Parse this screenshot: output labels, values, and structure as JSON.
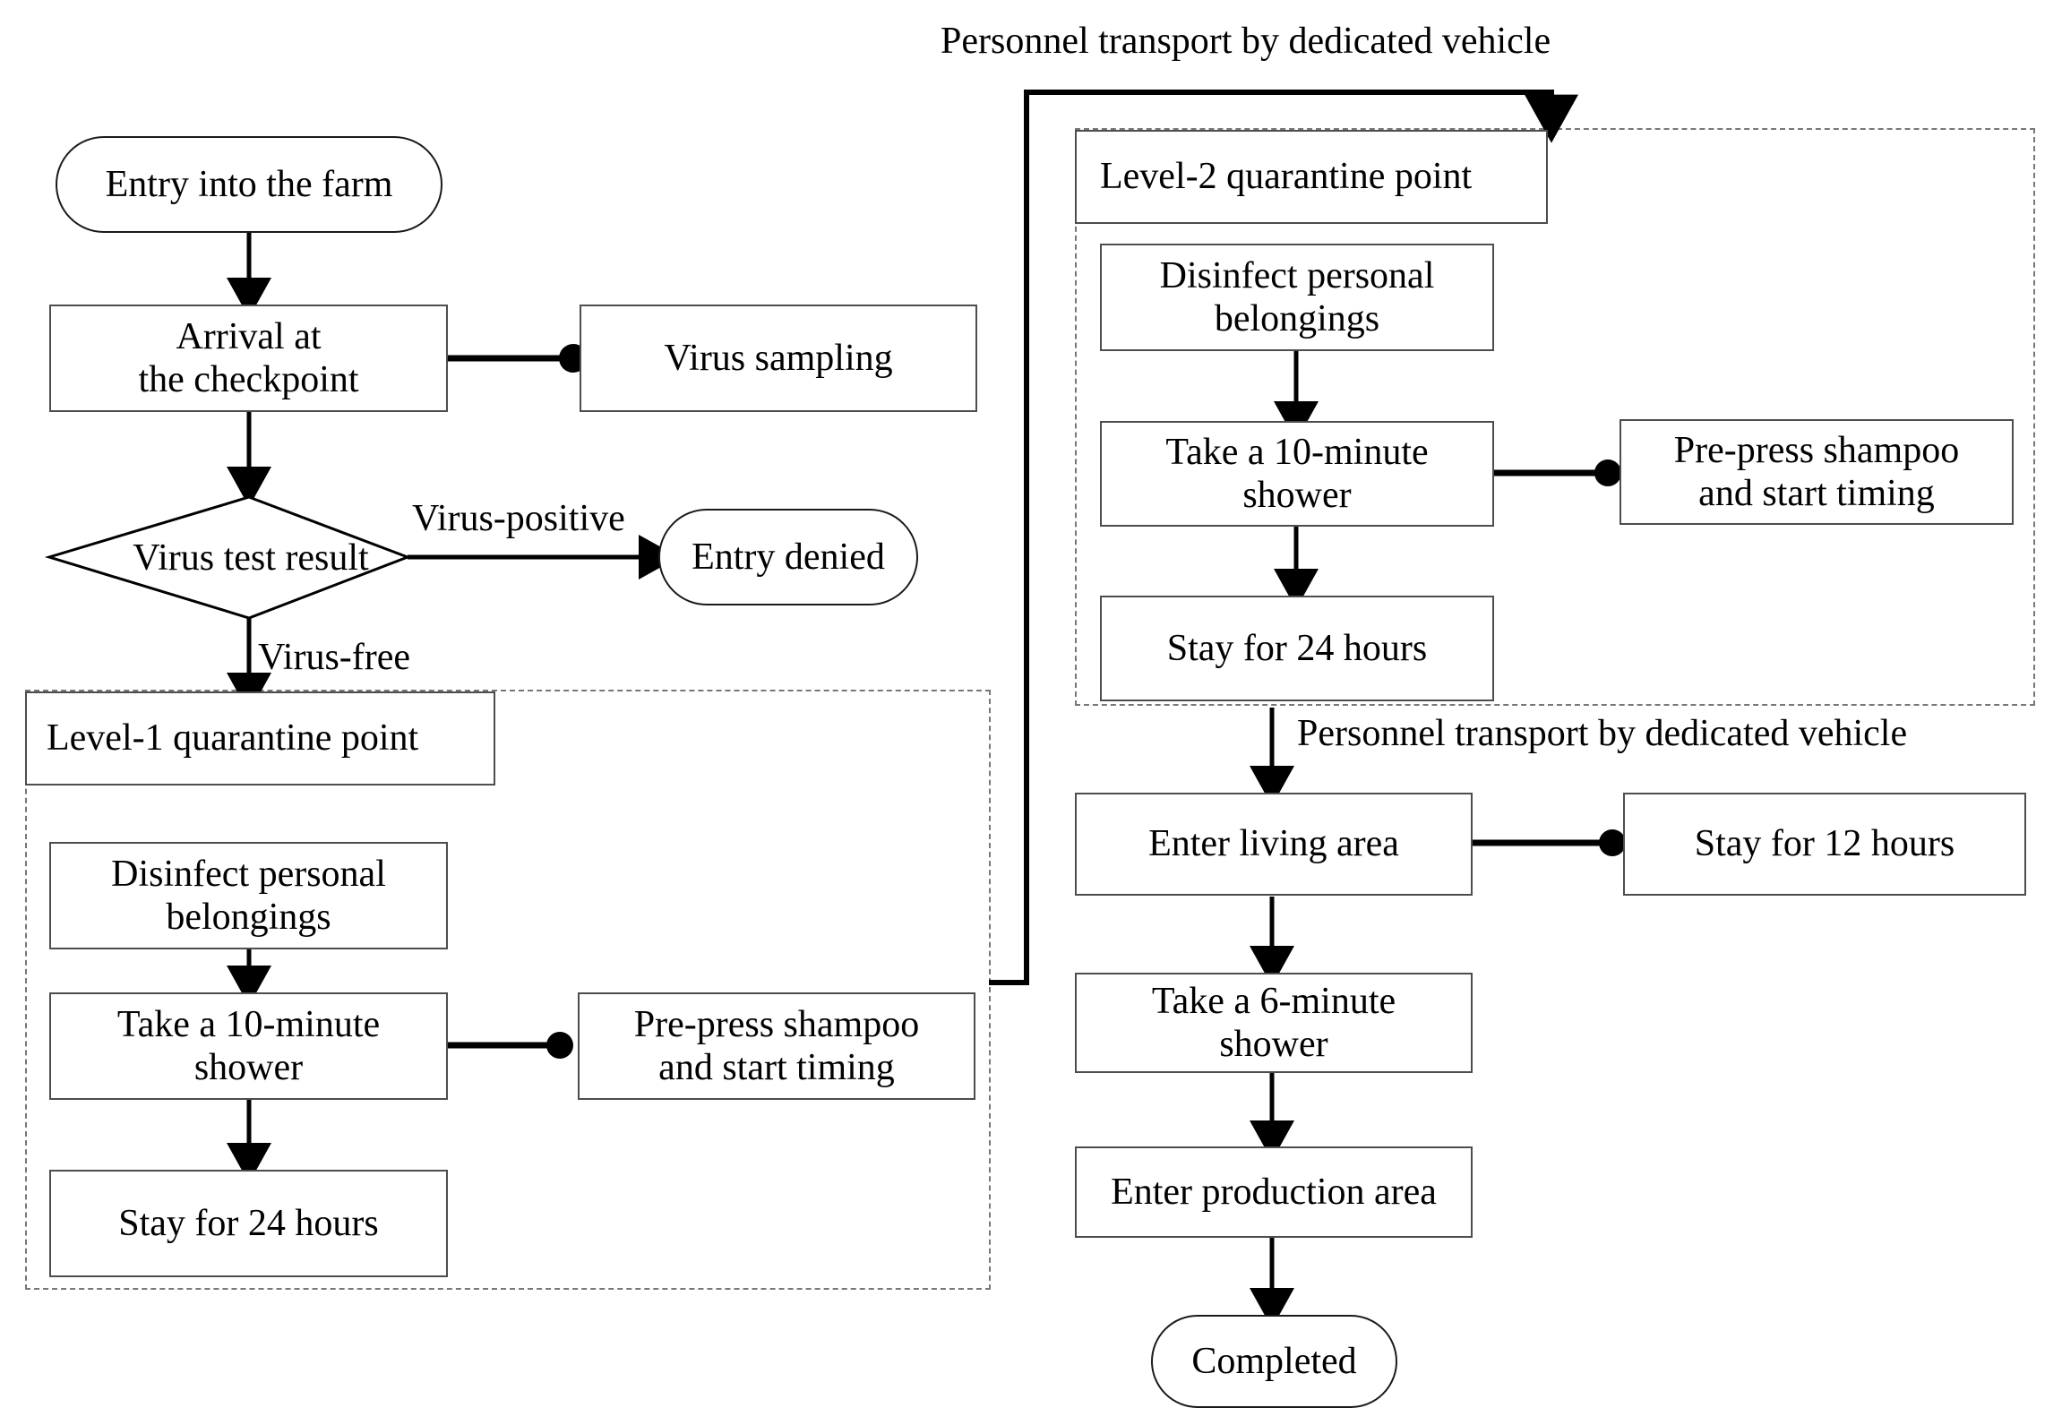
{
  "diagram": {
    "title": "Farm personnel entry biosecurity flow",
    "colors": {
      "line": "#000000",
      "box_border": "#4d4d4d",
      "dashed_border": "#777777",
      "text": "#000000",
      "background": "#ffffff"
    },
    "free_labels": {
      "transport_top": "Personnel transport by dedicated vehicle",
      "transport_mid": "Personnel transport by dedicated vehicle",
      "virus_positive": "Virus-positive",
      "virus_free": "Virus-free"
    },
    "nodes": {
      "entry_farm": "Entry into the farm",
      "arrival_checkpoint": "Arrival at\nthe checkpoint",
      "virus_sampling": "Virus sampling",
      "virus_test_result": "Virus test result",
      "entry_denied": "Entry denied",
      "level1_label": "Level-1 quarantine point",
      "l1_disinfect": "Disinfect personal\nbelongings",
      "l1_shower": "Take a 10-minute\nshower",
      "l1_shampoo": "Pre-press shampoo\nand start timing",
      "l1_stay": "Stay for 24 hours",
      "level2_label": "Level-2 quarantine point",
      "l2_disinfect": "Disinfect personal\nbelongings",
      "l2_shower": "Take a 10-minute\nshower",
      "l2_shampoo": "Pre-press shampoo\nand start timing",
      "l2_stay": "Stay for 24 hours",
      "enter_living": "Enter living area",
      "stay_12": "Stay for 12 hours",
      "shower_6": "Take a 6-minute\nshower",
      "enter_production": "Enter production area",
      "completed": "Completed"
    },
    "edges": [
      {
        "from": "entry_farm",
        "to": "arrival_checkpoint",
        "type": "arrow",
        "label": ""
      },
      {
        "from": "arrival_checkpoint",
        "to": "virus_sampling",
        "type": "dot",
        "label": ""
      },
      {
        "from": "arrival_checkpoint",
        "to": "virus_test_result",
        "type": "arrow",
        "label": ""
      },
      {
        "from": "virus_test_result",
        "to": "entry_denied",
        "type": "arrow",
        "label": "Virus-positive"
      },
      {
        "from": "virus_test_result",
        "to": "level1_label",
        "type": "arrow",
        "label": "Virus-free"
      },
      {
        "from": "l1_disinfect",
        "to": "l1_shower",
        "type": "arrow",
        "label": ""
      },
      {
        "from": "l1_shower",
        "to": "l1_shampoo",
        "type": "dot",
        "label": ""
      },
      {
        "from": "l1_shower",
        "to": "l1_stay",
        "type": "arrow",
        "label": ""
      },
      {
        "from": "l1_shampoo",
        "to": "level2_label",
        "type": "arrow",
        "label": "Personnel transport by dedicated vehicle"
      },
      {
        "from": "l2_disinfect",
        "to": "l2_shower",
        "type": "arrow",
        "label": ""
      },
      {
        "from": "l2_shower",
        "to": "l2_shampoo",
        "type": "dot",
        "label": ""
      },
      {
        "from": "l2_shower",
        "to": "l2_stay",
        "type": "arrow",
        "label": ""
      },
      {
        "from": "l2_stay",
        "to": "enter_living",
        "type": "arrow",
        "label": "Personnel transport by dedicated vehicle"
      },
      {
        "from": "enter_living",
        "to": "stay_12",
        "type": "dot",
        "label": ""
      },
      {
        "from": "enter_living",
        "to": "shower_6",
        "type": "arrow",
        "label": ""
      },
      {
        "from": "shower_6",
        "to": "enter_production",
        "type": "arrow",
        "label": ""
      },
      {
        "from": "enter_production",
        "to": "completed",
        "type": "arrow",
        "label": ""
      }
    ],
    "regions": {
      "level1_region": "Level-1 quarantine point",
      "level2_region": "Level-2 quarantine point"
    }
  }
}
